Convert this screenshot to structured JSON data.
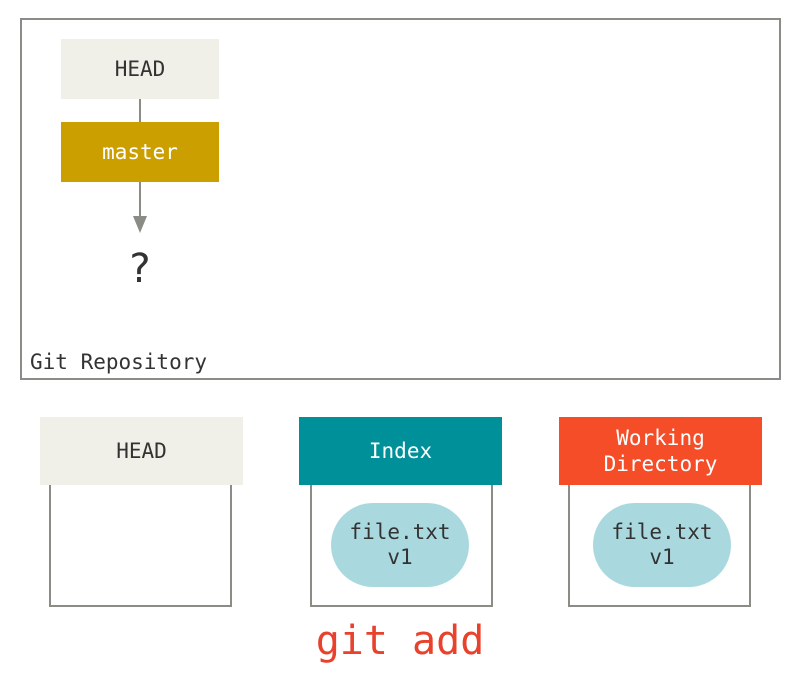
{
  "repository": {
    "label": "Git Repository",
    "head_label": "HEAD",
    "branch_label": "master",
    "target_label": "?"
  },
  "areas": [
    {
      "title": "HEAD",
      "files": []
    },
    {
      "title": "Index",
      "files": [
        {
          "name": "file.txt",
          "version": "v1"
        }
      ]
    },
    {
      "title_lines": [
        "Working",
        "Directory"
      ],
      "files": [
        {
          "name": "file.txt",
          "version": "v1"
        }
      ]
    }
  ],
  "command": "git add",
  "colors": {
    "head": "#f0efe8",
    "branch": "#cc9f00",
    "index": "#00909a",
    "working_directory": "#f44d27",
    "file": "#a9d9df",
    "command": "#e8412c",
    "stroke": "#8c8c86"
  }
}
